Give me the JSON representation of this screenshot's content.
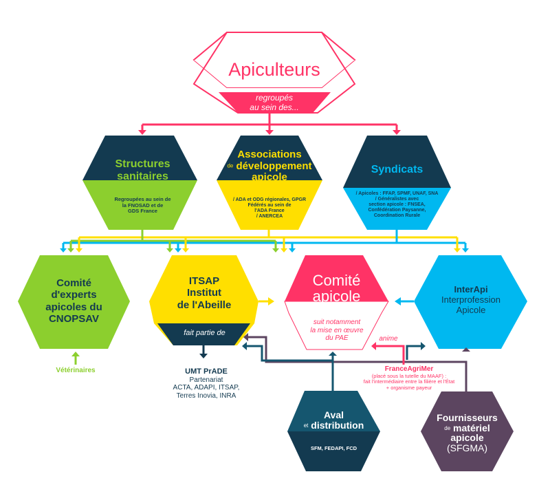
{
  "colors": {
    "pink": "#ff3366",
    "navy": "#133a50",
    "green": "#8ccf2e",
    "yellow": "#ffdf00",
    "cyan": "#00b8f0",
    "teal": "#15566f",
    "purple": "#5c4560",
    "white": "#ffffff"
  },
  "apiculteurs": {
    "title": "Apiculteurs",
    "subtitle_line1": "regroupés",
    "subtitle_line2": "au sein des..."
  },
  "structures": {
    "title_line1": "Structures",
    "title_line2": "sanitaires",
    "desc_line1": "Regroupées au sein de",
    "desc_line2": "la FNOSAD et de",
    "desc_line3": "GDS France"
  },
  "associations": {
    "title_line1": "Associations",
    "title_prefix": "de",
    "title_line2": "développement",
    "title_line3": "apicole",
    "desc_line1": "/ ADA et ODG régionales, GPGR",
    "desc_line2": "Fédérés au sein de",
    "desc_line3": "l'ADA France",
    "desc_line4": "/ ANERCEA"
  },
  "syndicats": {
    "title": "Syndicats",
    "desc_line1": "/ Apicoles : FFAP, SPMF, UNAF, SNA",
    "desc_line2": "/ Généralistes avec",
    "desc_line3": "section apicole : FNSEA,",
    "desc_line4": "Confédération Paysanne,",
    "desc_line5": "Coordination Rurale"
  },
  "cnopsav": {
    "line1": "Comité",
    "line2": "d'experts",
    "line3": "apicoles du",
    "line4": "CNOPSAV",
    "source": "Vétérinaires"
  },
  "itsap": {
    "line1": "ITSAP",
    "line2": "Institut",
    "line3": "de l'Abeille",
    "sub": "fait partie de"
  },
  "umt": {
    "title": "UMT PrADE",
    "line1": "Partenariat",
    "line2": "ACTA, ADAPI, ITSAP,",
    "line3": "Terres Inovia, INRA"
  },
  "comite": {
    "line1": "Comité",
    "line2": "apicole",
    "sub_line1": "suit notamment",
    "sub_line2": "la mise en œuvre",
    "sub_line3": "du PAE",
    "anime": "anime"
  },
  "interapi": {
    "line1": "InterApi",
    "line2": "Interprofession",
    "line3": "Apicole"
  },
  "franceagrimer": {
    "title": "FranceAgriMer",
    "line1": "(placé sous la tutelle du MAAF) :",
    "line2": "fait l'intermédiaire entre la filière et l'État",
    "line3": "+ organisme payeur"
  },
  "aval": {
    "line1": "Aval",
    "prefix": "et",
    "line2": "distribution",
    "desc": "SFM, FEDAPI, FCD"
  },
  "fournisseurs": {
    "line1": "Fournisseurs",
    "prefix": "de",
    "line2": "matériel",
    "line3": "apicole",
    "line4": "(SFGMA)"
  }
}
